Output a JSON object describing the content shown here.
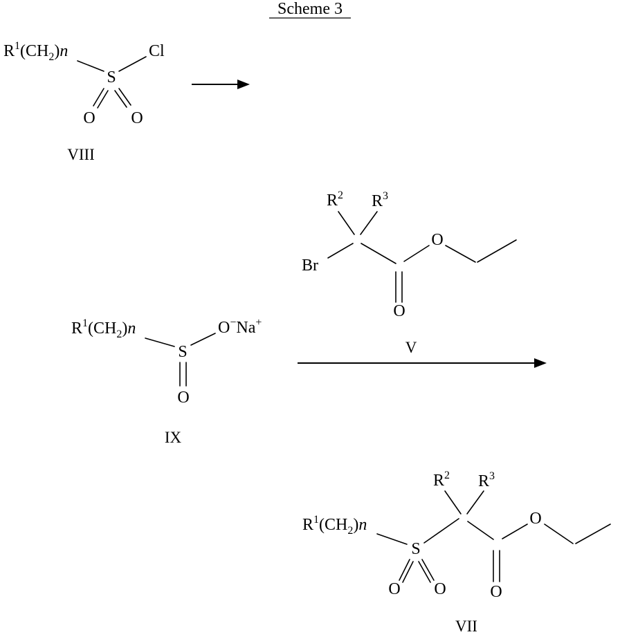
{
  "title": "Scheme 3",
  "compounds": {
    "viii": {
      "chain": {
        "r": "R",
        "sup": "1",
        "mid": "(CH",
        "sub": "2",
        "close": ")",
        "n": "n"
      },
      "s": "S",
      "cl": "Cl",
      "o_left": "O",
      "o_right": "O",
      "label": "VIII"
    },
    "v": {
      "r2": {
        "r": "R",
        "sup": "2"
      },
      "r3": {
        "r": "R",
        "sup": "3"
      },
      "br": "Br",
      "o_carbonyl": "O",
      "o_ester": "O",
      "label": "V"
    },
    "ix": {
      "chain": {
        "r": "R",
        "sup": "1",
        "mid": "(CH",
        "sub": "2",
        "close": ")",
        "n": "n"
      },
      "s": "S",
      "sulfinate": {
        "o": "O",
        "minus": "−",
        "na": "Na",
        "plus": "+"
      },
      "o": "O",
      "label": "IX"
    },
    "vii": {
      "chain": {
        "r": "R",
        "sup": "1",
        "mid": "(CH",
        "sub": "2",
        "close": ")",
        "n": "n"
      },
      "s": "S",
      "r2": {
        "r": "R",
        "sup": "2"
      },
      "r3": {
        "r": "R",
        "sup": "3"
      },
      "o_left": "O",
      "o_right": "O",
      "o_carbonyl": "O",
      "o_ester": "O",
      "label": "VII"
    }
  },
  "colors": {
    "ink": "#000000",
    "background": "#ffffff"
  }
}
